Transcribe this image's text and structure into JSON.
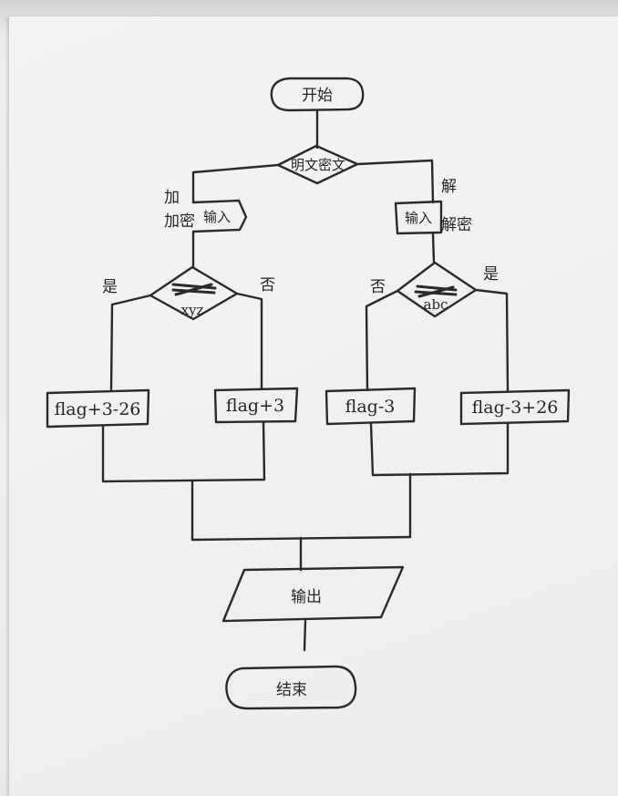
{
  "flowchart": {
    "start": "开始",
    "choice": "明文密文",
    "encrypt_label": "加密",
    "encrypt_input": "输入",
    "decrypt_label": "解密",
    "decrypt_input": "输入",
    "cond_left": "xyz",
    "cond_right": "abc",
    "yes_left": "是",
    "no_left": "否",
    "no_right": "否",
    "yes_right": "是",
    "box_1": "flag+3-26",
    "box_2": "flag+3",
    "box_3": "flag-3",
    "box_4": "flag-3+26",
    "output": "输出",
    "end": "结束"
  }
}
